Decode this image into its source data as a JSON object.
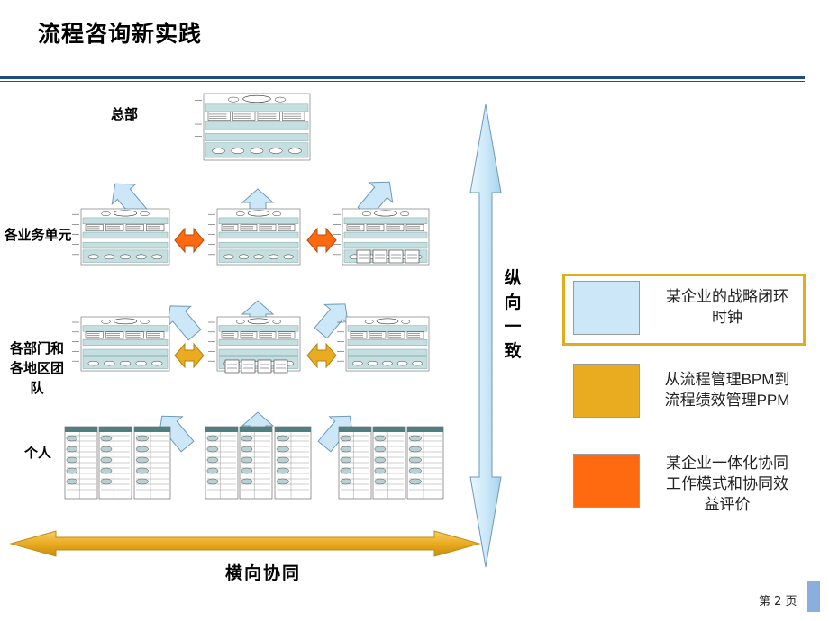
{
  "title": "流程咨询新实践",
  "levels": {
    "hq": "总部",
    "bu": "各业务单元",
    "dept": "各部门和各地区团队",
    "person": "个人"
  },
  "axis": {
    "horizontal": "横向协同",
    "vertical": "纵向一致"
  },
  "legend": [
    {
      "text": "某企业的战略闭环时钟",
      "color": "#cce8f8"
    },
    {
      "text": "从流程管理BPM到流程绩效管理PPM",
      "color": "#e9ab1f"
    },
    {
      "text": "某企业一体化协同工作模式和协同效益评价",
      "color": "#ff6a10"
    }
  ],
  "colors": {
    "rule": "#1f4e79",
    "arrow_light": "#cce8f8",
    "arrow_gold": "#e9ab1f",
    "arrow_orange": "#ff6a10",
    "highlight_frame": "#e0ad1f"
  },
  "page": "第 2 页"
}
